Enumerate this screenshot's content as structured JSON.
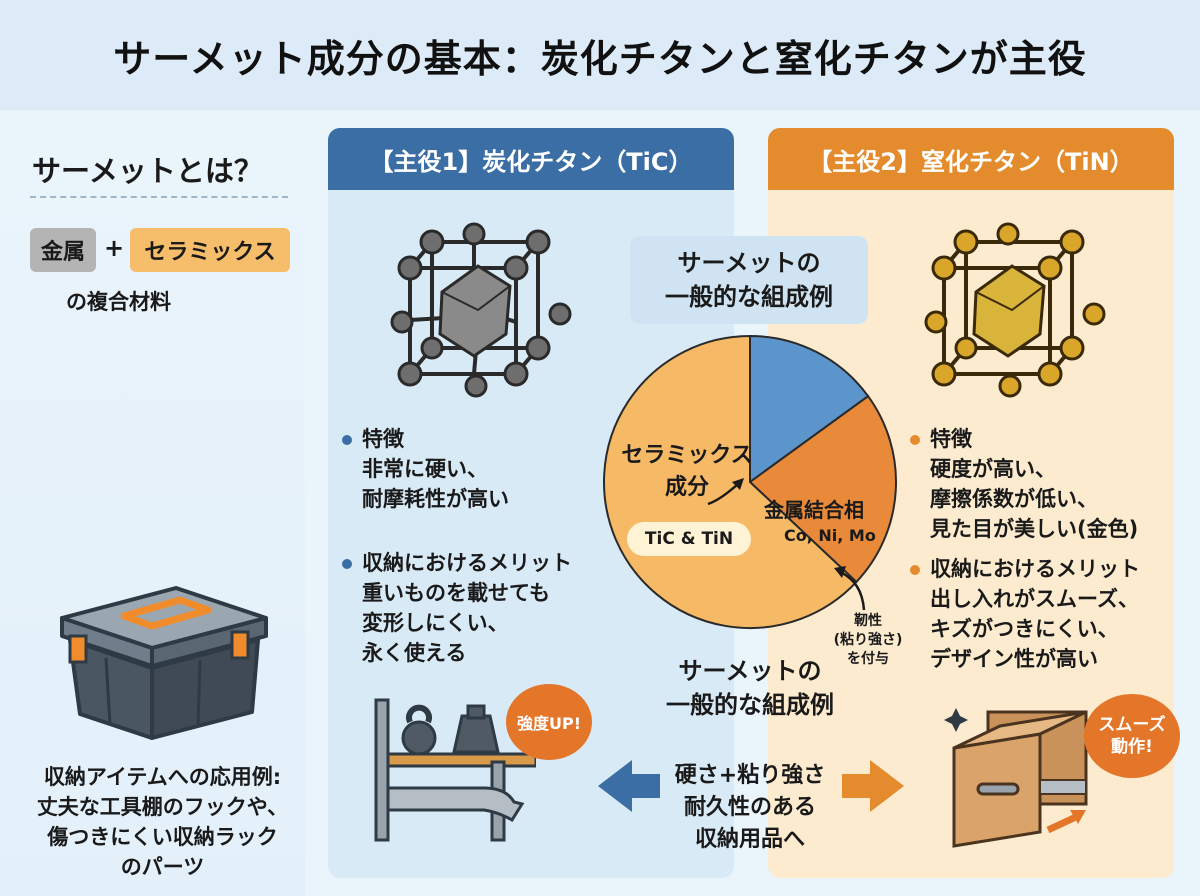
{
  "title": "サーメット成分の基本：炭化チタンと窒化チタンが主役",
  "left": {
    "heading": "サーメットとは？",
    "metal_chip": "金属",
    "plus": "+",
    "ceramic_chip": "セラミックス",
    "composite": "の複合材料",
    "application": [
      "収納アイテムへの応用例:",
      "丈夫な工具棚のフックや、",
      "傷つきにくい収納ラック",
      "のパーツ"
    ]
  },
  "tic": {
    "header": "【主役1】炭化チタン（TiC）",
    "feature_title": "特徴",
    "feature_lines": [
      "非常に硬い、",
      "耐摩耗性が高い"
    ],
    "merit_title": "収納におけるメリット",
    "merit_lines": [
      "重いものを載せても",
      "変形しにくい、",
      "永く使える"
    ],
    "badge": "強度UP!",
    "crystal_color": "#8a8a8a"
  },
  "tin": {
    "header": "【主役2】窒化チタン（TiN）",
    "feature_title": "特徴",
    "feature_lines": [
      "硬度が高い、",
      "摩擦係数が低い、",
      "見た目が美しい(金色)"
    ],
    "merit_title": "収納におけるメリット",
    "merit_lines": [
      "出し入れがスムーズ、",
      "キズがつきにくい、",
      "デザイン性が高い"
    ],
    "badge": [
      "スムーズ",
      "動作!"
    ],
    "crystal_color": "#d9b43a"
  },
  "center": {
    "box_title": [
      "サーメットの",
      "一般的な組成例"
    ],
    "bottom_title": [
      "サーメットの",
      "一般的な組成例"
    ],
    "mid_text": [
      "硬さ+粘り強さ",
      "耐久性のある",
      "収納用品へ"
    ]
  },
  "chart_data": {
    "type": "pie",
    "slices": [
      {
        "label": "セラミックス成分",
        "sublabel": "TiC & TiN",
        "value": 63,
        "color": "#f6b965"
      },
      {
        "label": "金属結合相",
        "sublabel": "Co, Ni, Mo",
        "value": 22,
        "color": "#e88a3a"
      },
      {
        "label": "",
        "sublabel": "",
        "value": 15,
        "color": "#5b95cc"
      }
    ],
    "annotation": [
      "靭性",
      "(粘り強さ)",
      "を付与"
    ]
  },
  "colors": {
    "tic_blue": "#3b6ea5",
    "tin_orange": "#e38b2d"
  }
}
